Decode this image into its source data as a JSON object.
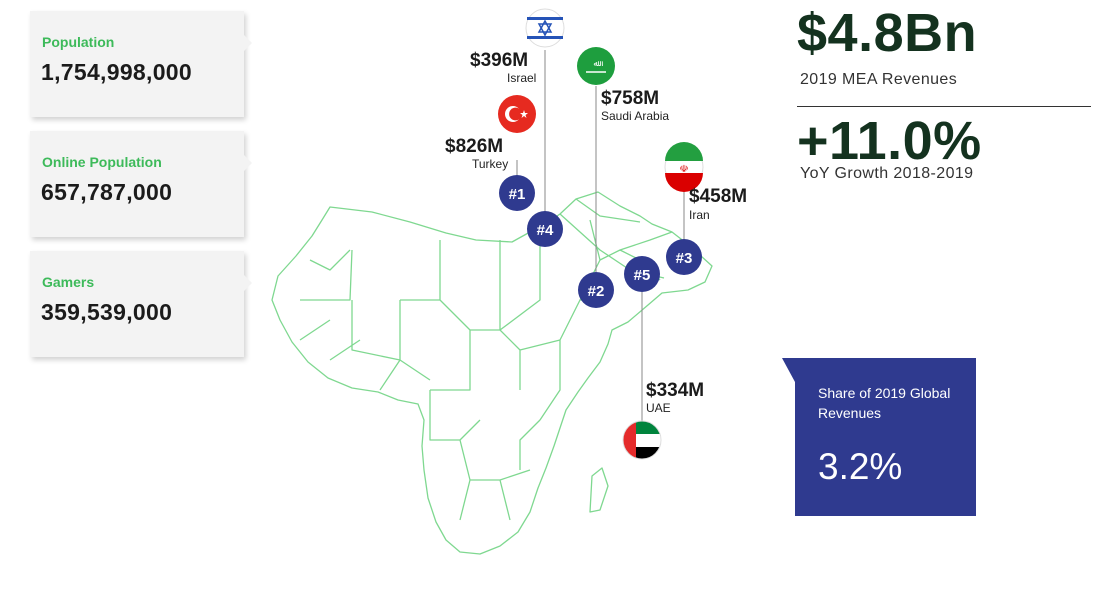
{
  "stats": [
    {
      "label": "Population",
      "value": "1,754,998,000"
    },
    {
      "label": "Online Population",
      "value": "657,787,000"
    },
    {
      "label": "Gamers",
      "value": "359,539,000"
    }
  ],
  "markets": [
    {
      "rank": "#1",
      "amount": "$826M",
      "country": "Turkey",
      "flag": "turkey-flag-icon"
    },
    {
      "rank": "#2",
      "amount": "$758M",
      "country": "Saudi Arabia",
      "flag": "saudi-arabia-flag-icon"
    },
    {
      "rank": "#3",
      "amount": "$458M",
      "country": "Iran",
      "flag": "iran-flag-icon"
    },
    {
      "rank": "#4",
      "amount": "$396M",
      "country": "Israel",
      "flag": "israel-flag-icon"
    },
    {
      "rank": "#5",
      "amount": "$334M",
      "country": "UAE",
      "flag": "uae-flag-icon"
    }
  ],
  "headline": {
    "revenue": "$4.8Bn",
    "revenue_label": "2019 MEA Revenues",
    "growth": "+11.0%",
    "growth_label": "YoY Growth 2018-2019"
  },
  "share": {
    "title": "Share of 2019 Global Revenues",
    "value": "3.2%"
  },
  "colors": {
    "accent_green": "#3dba5a",
    "marker_navy": "#2f3a8f",
    "map_outline": "#7fd890",
    "headline": "#14321f"
  }
}
